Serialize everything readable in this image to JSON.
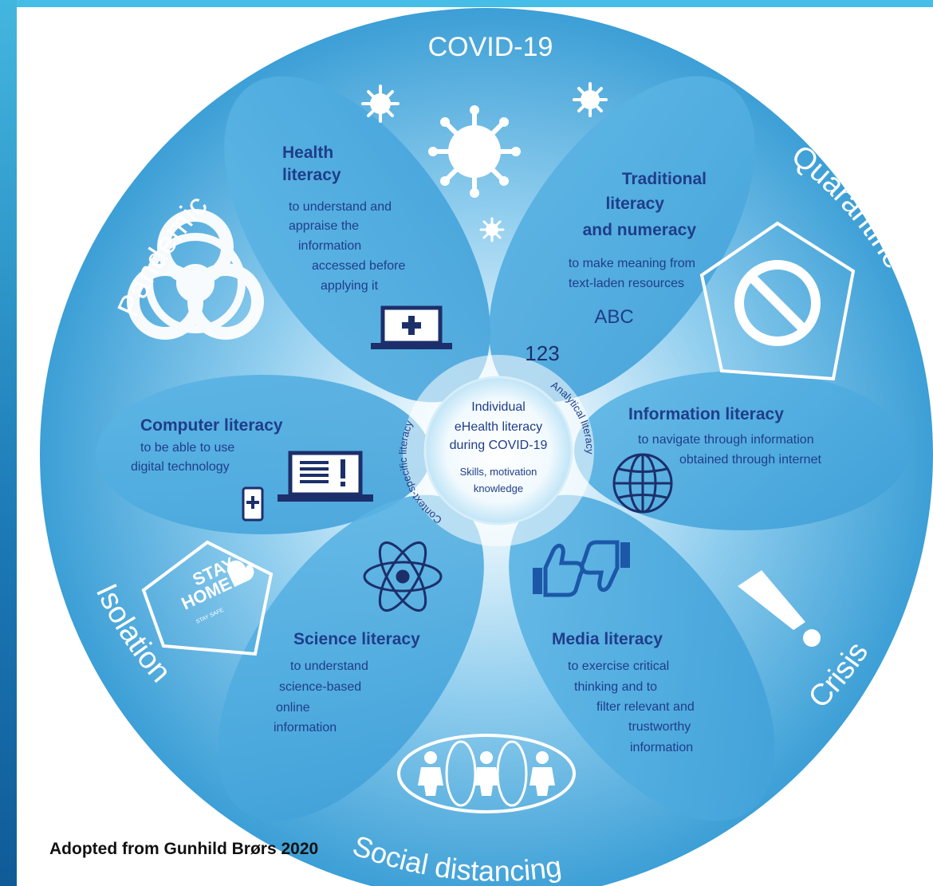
{
  "ring_labels": {
    "top": "COVID-19",
    "upper_left": "Pandemic",
    "upper_right": "Quarantine",
    "lower_left": "Isolation",
    "lower_right": "Crisis",
    "bottom": "Social distancing"
  },
  "center": {
    "line1": "Individual",
    "line2": "eHealth literacy",
    "line3": "during COVID-19",
    "line4": "Skills, motivation",
    "line5": "knowledge",
    "arc_left": "Context-specific literacy",
    "arc_right": "Analytical literacy"
  },
  "petals": {
    "health": {
      "title1": "Health",
      "title2": "literacy",
      "desc": [
        "to understand and",
        "appraise the",
        "information",
        "accessed before",
        "applying it"
      ]
    },
    "traditional": {
      "title1": "Traditional",
      "title2": "literacy",
      "title3": "and numeracy",
      "desc": [
        "to make meaning from",
        "text-laden resources"
      ],
      "abc": "ABC",
      "num": "123"
    },
    "information": {
      "title": "Information literacy",
      "desc": [
        "to navigate through information",
        "obtained through internet"
      ]
    },
    "computer": {
      "title": "Computer literacy",
      "desc": [
        "to be able to use",
        "digital technology"
      ]
    },
    "science": {
      "title": "Science literacy",
      "desc": [
        "to understand",
        "science-based",
        "online",
        "information"
      ]
    },
    "media": {
      "title": "Media literacy",
      "desc": [
        "to exercise critical",
        "thinking and to",
        "filter relevant and",
        "trustworthy",
        "information"
      ]
    }
  },
  "stay_home": {
    "line1": "STAY",
    "line2": "HOME",
    "line3": "STAY SAFE"
  },
  "credit": "Adopted from Gunhild Brørs 2020",
  "colors": {
    "circle_outer": "#3c9fd6",
    "circle_inner": "#ffffff",
    "petal": "#4aa9dd",
    "title_text": "#1f3d8a",
    "desc_text": "#253a80",
    "icon_dark": "#1c2f6b",
    "left_bar": "#1c79b6"
  }
}
